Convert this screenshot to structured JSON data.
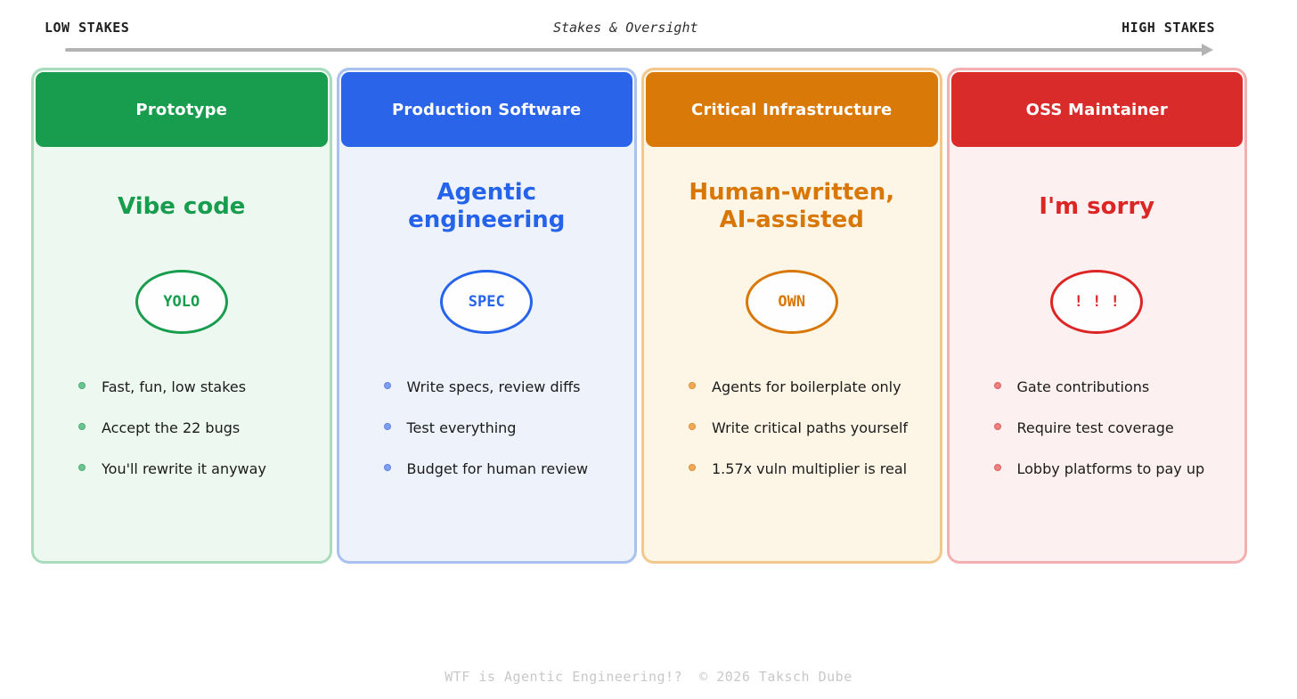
{
  "stakes_header": {
    "low_label": "LOW STAKES",
    "axis_title": "Stakes & Oversight",
    "high_label": "HIGH STAKES"
  },
  "arrow": {
    "color": "#b3b3b3"
  },
  "columns": [
    {
      "title": "Prototype",
      "subtitle": "Vibe code",
      "badge": "YOLO",
      "bullets": [
        "Fast, fun, low stakes",
        "Accept the 22 bugs",
        "You'll rewrite it anyway"
      ],
      "colors": {
        "header": "#189c4d",
        "body": "#edf8f1",
        "border": "#a9dcbc",
        "accent": "#189c4d",
        "dot": "#6cc38f",
        "dot_border": "#4fae77"
      }
    },
    {
      "title": "Production Software",
      "subtitle": "Agentic\nengineering",
      "badge": "SPEC",
      "bullets": [
        "Write specs, review diffs",
        "Test everything",
        "Budget for human review"
      ],
      "colors": {
        "header": "#2a64e9",
        "body": "#eef2fb",
        "border": "#a9c1ef",
        "accent": "#2563eb",
        "dot": "#7e9ff0",
        "dot_border": "#5d84e8"
      }
    },
    {
      "title": "Critical Infrastructure",
      "subtitle": "Human-written,\nAI-assisted",
      "badge": "OWN",
      "bullets": [
        "Agents for boilerplate only",
        "Write critical paths yourself",
        "1.57x vuln multiplier is real"
      ],
      "colors": {
        "header": "#d97908",
        "body": "#fdf6e6",
        "border": "#f2c88e",
        "accent": "#d97706",
        "dot": "#f0a95b",
        "dot_border": "#e18f33"
      }
    },
    {
      "title": "OSS Maintainer",
      "subtitle": "I'm sorry",
      "badge": "! ! !",
      "bullets": [
        "Gate contributions",
        "Require test coverage",
        "Lobby platforms to pay up"
      ],
      "colors": {
        "header": "#da2b2b",
        "body": "#fcf0f0",
        "border": "#f3b0b0",
        "accent": "#dc2626",
        "dot": "#ee8282",
        "dot_border": "#e05f5f"
      }
    }
  ],
  "footer": {
    "text": "WTF is Agentic Engineering!?  © 2026 Taksch Dube"
  }
}
